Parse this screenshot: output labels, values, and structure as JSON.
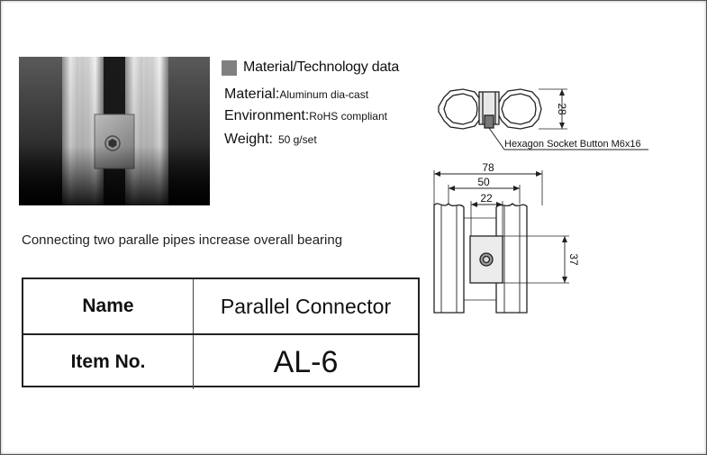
{
  "section": {
    "title": "Material/Technology data",
    "square_color": "#808080"
  },
  "specs": {
    "material_label": "Material:",
    "material_value": "Aluminum dia-cast",
    "environment_label": "Environment:",
    "environment_value": "RoHS compliant",
    "weight_label": "Weight:",
    "weight_value": "50 g/set"
  },
  "tagline": "Connecting two paralle pipes increase overall bearing",
  "product_table": {
    "name_label": "Name",
    "name_value": "Parallel Connector",
    "item_label": "Item No.",
    "item_value": "AL-6"
  },
  "drawing": {
    "callout": "Hexagon Socket Button M6x16",
    "dim_height_top": "28",
    "dim_overall_width": "78",
    "dim_center_width": "50",
    "dim_block_width": "22",
    "dim_block_height": "37"
  }
}
